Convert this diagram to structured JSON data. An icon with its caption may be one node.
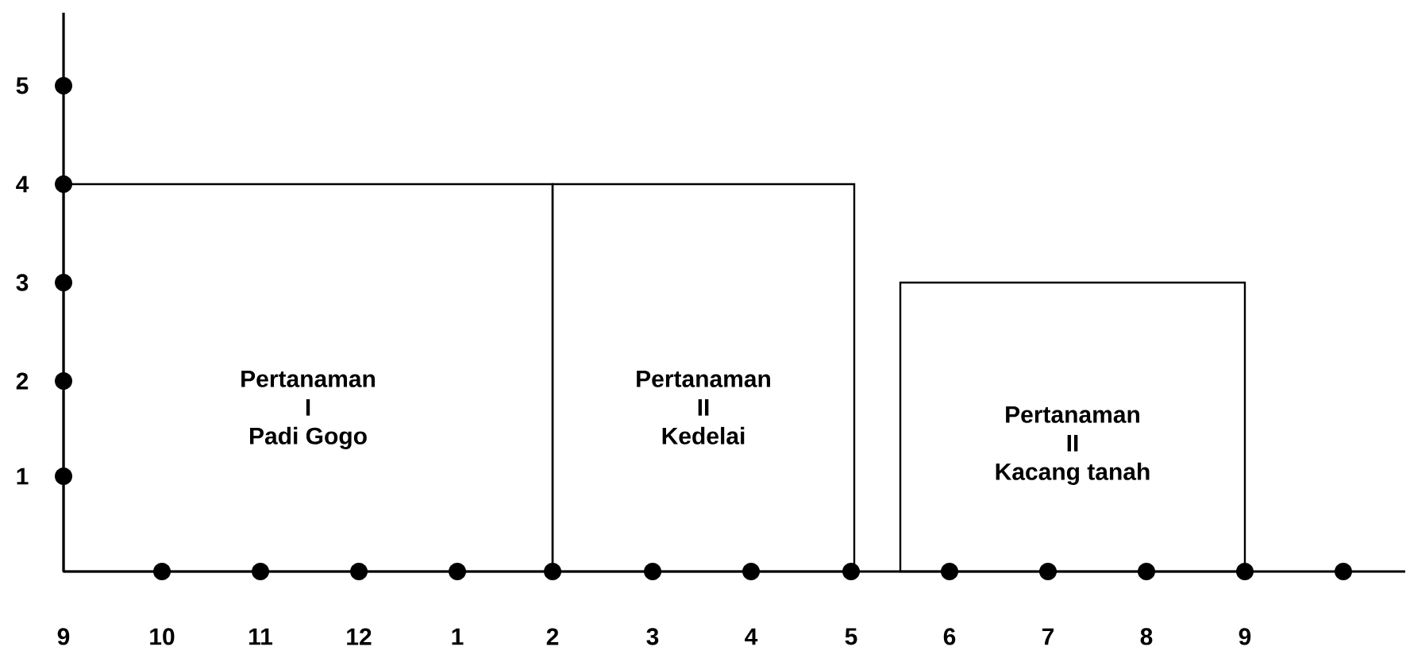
{
  "diagram": {
    "nodes": [
      {
        "text": [
          "Pertanaman",
          "I",
          "Padi Gogo"
        ]
      },
      {
        "text": [
          "Pertanaman",
          "II",
          "Kedelai"
        ]
      },
      {
        "text": [
          "Pertanaman",
          "II",
          "Kacang tanah"
        ]
      }
    ],
    "labels": [
      "5",
      "4",
      "3",
      "2",
      "1",
      "9",
      "10",
      "11",
      "12",
      "1",
      "2",
      "3",
      "4",
      "5",
      "6",
      "7",
      "8",
      "9"
    ]
  }
}
